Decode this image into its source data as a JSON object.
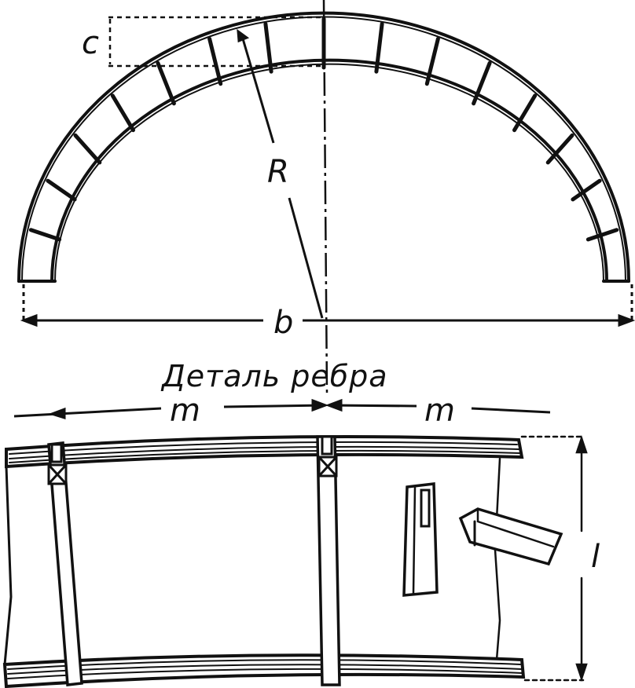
{
  "labels": {
    "c": "c",
    "R": "R",
    "b": "b",
    "detail_title": "Деталь ребра",
    "m_left": "m",
    "m_right": "m",
    "l": "l"
  },
  "colors": {
    "ink": "#111111",
    "paper": "#ffffff"
  }
}
